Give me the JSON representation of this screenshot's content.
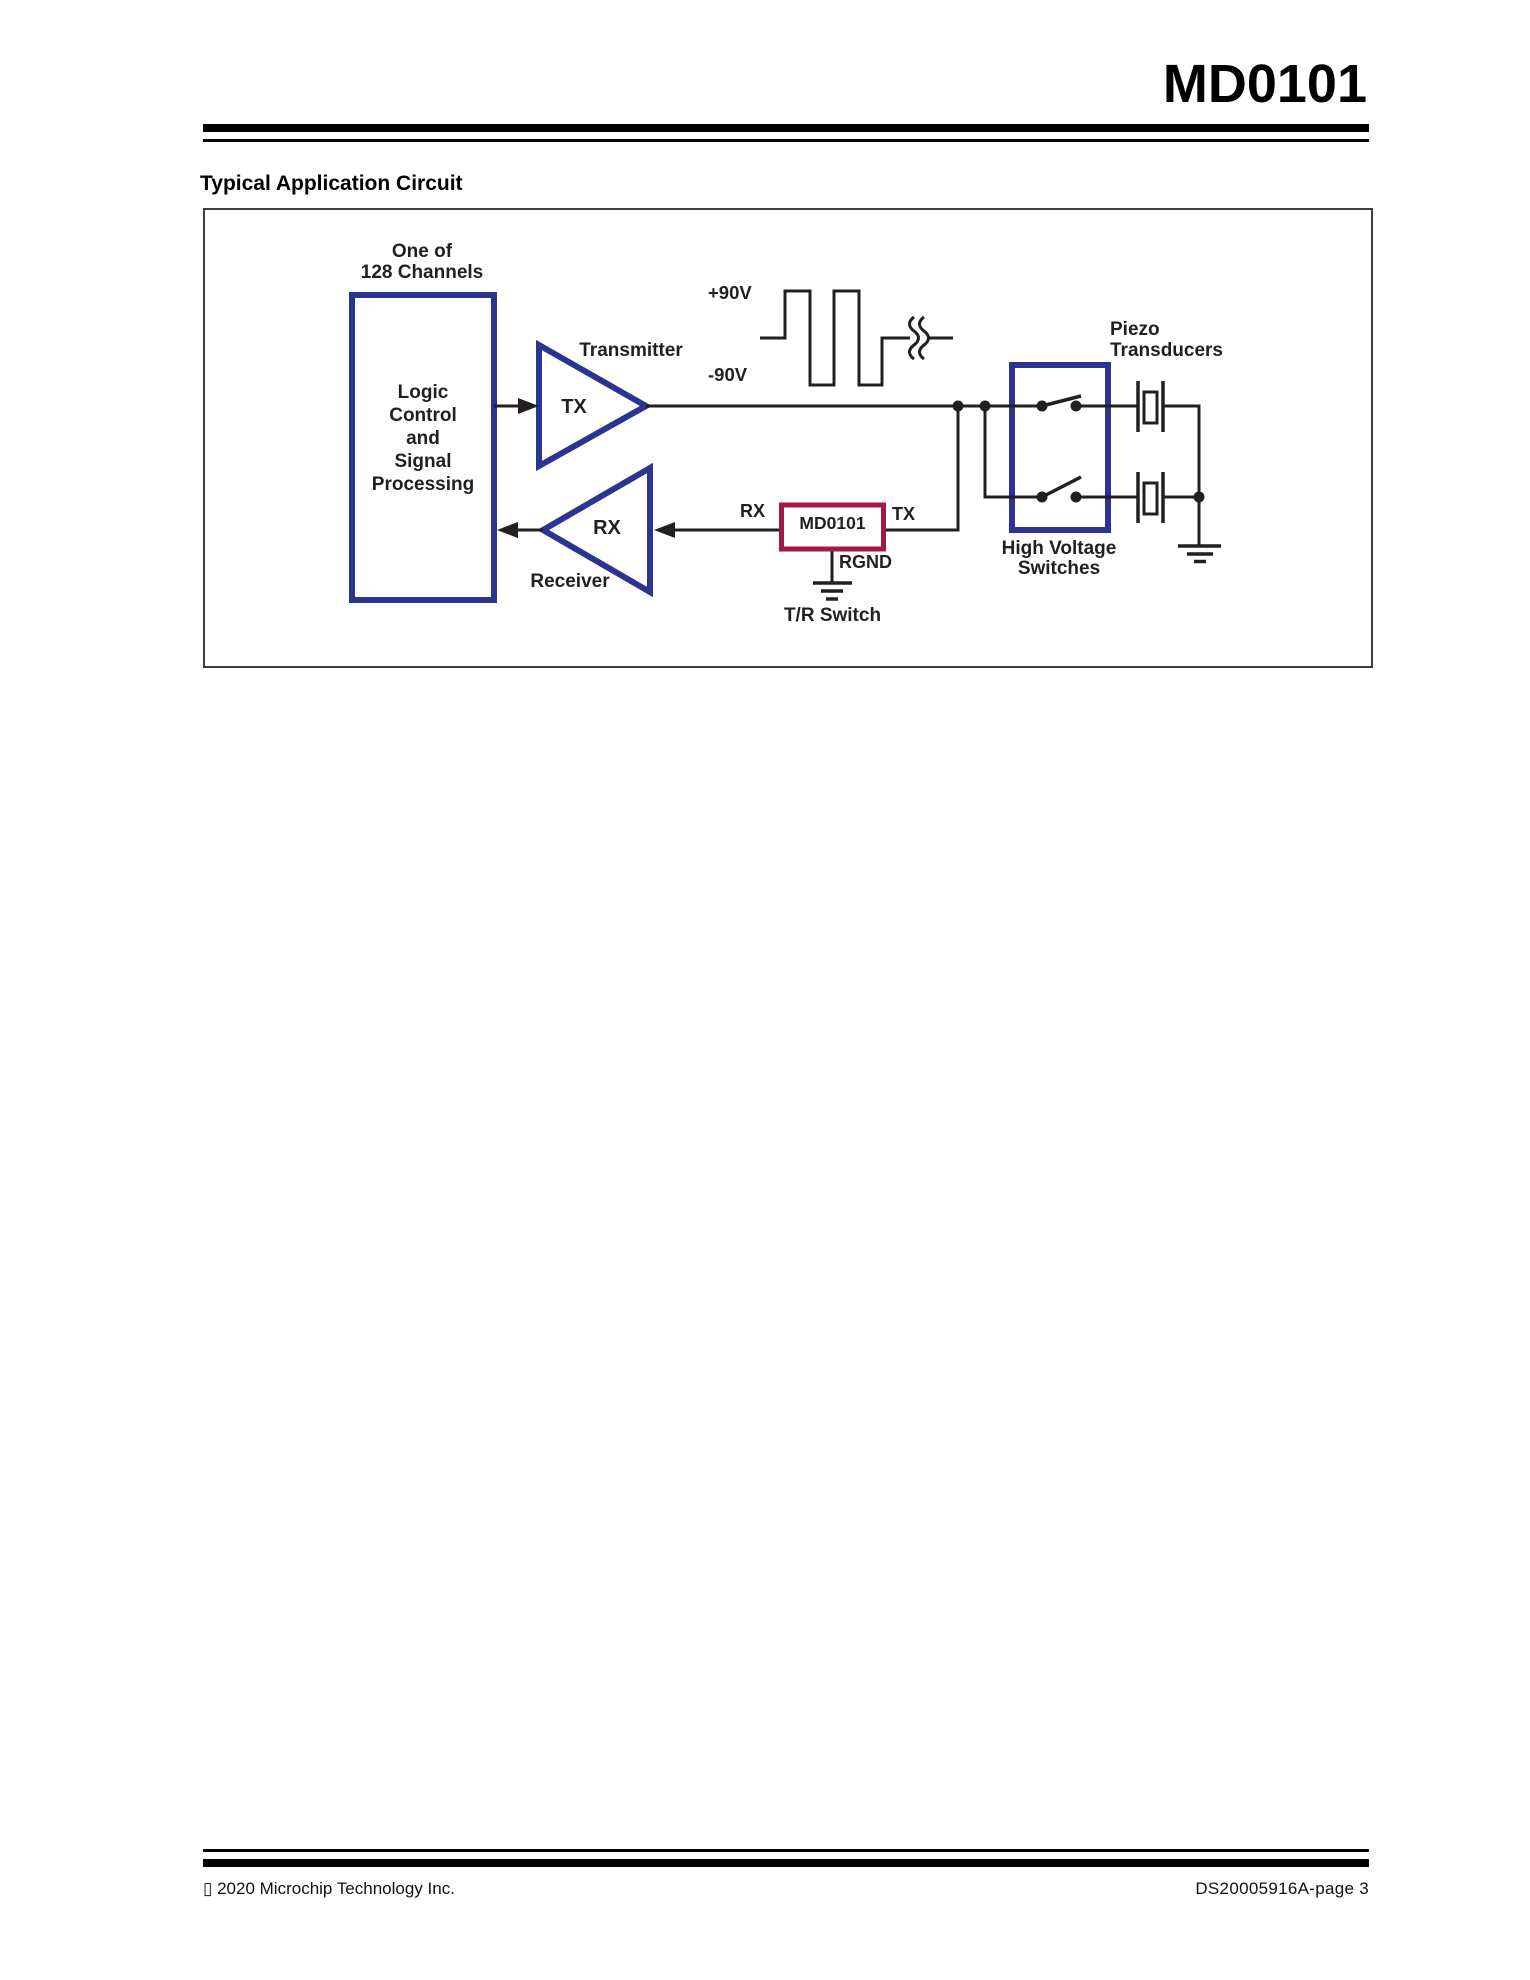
{
  "header": {
    "title": "MD0101"
  },
  "section": {
    "heading": "Typical Application Circuit"
  },
  "diagram": {
    "channels_label": {
      "line1": "One of",
      "line2": "128 Channels"
    },
    "logic_box_lines": [
      "Logic",
      "Control",
      "and",
      "Signal",
      "Processing"
    ],
    "transmitter_label": "Transmitter",
    "tx_amp": "TX",
    "receiver_label": "Receiver",
    "rx_amp": "RX",
    "plus_rail": "+90V",
    "minus_rail": "-90V",
    "rx_pin": "RX",
    "chip": "MD0101",
    "tx_pin": "TX",
    "rgnd": "RGND",
    "tr_switch": "T/R Switch",
    "hv_switches": {
      "line1": "High Voltage",
      "line2": "Switches"
    },
    "piezo": {
      "line1": "Piezo",
      "line2": "Transducers"
    },
    "colors": {
      "blue": "#2B3490",
      "red": "#A11944",
      "line": "#231F20"
    }
  },
  "footer": {
    "copyright_symbol": "▯",
    "copyright_text": "2020 Microchip Technology Inc.",
    "doc_ref": "DS20005916A-page 3"
  }
}
